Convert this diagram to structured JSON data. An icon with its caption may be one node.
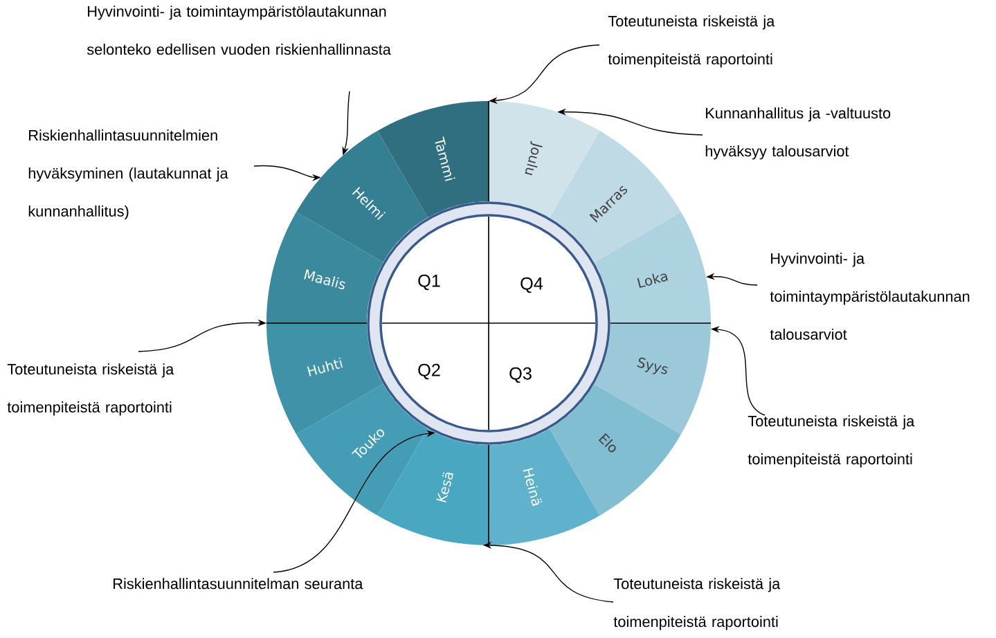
{
  "diagram": {
    "nodes": [
      {
        "text": [
          "Hyvinvointi- ja toimintaympäristölautakunnan selonteko edellisen vuoden riskienhallinnasta"
        ]
      },
      {
        "text": [
          "Toteutuneista riskeistä ja toimenpiteistä raportointi"
        ]
      },
      {
        "text": [
          "Kunnanhallitus ja -valtuusto hyväksyy talousarviot"
        ]
      },
      {
        "text": [
          "Riskienhallintasuunnitelmien hyväksyminen (lautakunnat ja kunnanhallitus)"
        ]
      },
      {
        "text": [
          "Hyvinvointi- ja toimintaympäristölautakunnan talousarviot"
        ]
      },
      {
        "text": [
          "Toteutuneista riskeistä ja toimenpiteistä raportointi"
        ]
      },
      {
        "text": [
          "Toteutuneista riskeistä ja toimenpiteistä raportointi"
        ]
      },
      {
        "text": [
          "Riskienhallintasuunnitelman seuranta"
        ]
      },
      {
        "text": [
          "Toteutuneista riskeistä ja toimenpiteistä raportointi"
        ]
      },
      {
        "text": [
          "Tammi"
        ]
      },
      {
        "text": [
          "Helmi"
        ]
      },
      {
        "text": [
          "Maalis"
        ]
      },
      {
        "text": [
          "Huhti"
        ]
      },
      {
        "text": [
          "Touko"
        ]
      },
      {
        "text": [
          "Kesä"
        ]
      },
      {
        "text": [
          "Heinä"
        ]
      },
      {
        "text": [
          "Elo"
        ]
      },
      {
        "text": [
          "Syys"
        ]
      },
      {
        "text": [
          "Loka"
        ]
      },
      {
        "text": [
          "Marras"
        ]
      },
      {
        "text": [
          "Joulu"
        ]
      }
    ],
    "edges": [
      {
        "from": 0,
        "to": 10,
        "arrow": "to"
      },
      {
        "from": 1,
        "to": 20,
        "arrow": "to"
      },
      {
        "from": 2,
        "to": 20,
        "arrow": "to"
      },
      {
        "from": 3,
        "to": 10,
        "arrow": "to"
      },
      {
        "from": 4,
        "to": 18,
        "arrow": "to"
      },
      {
        "from": 5,
        "to": 11,
        "arrow": "to"
      },
      {
        "from": 6,
        "to": 17,
        "arrow": "to"
      },
      {
        "from": 7,
        "to": 14,
        "arrow": "to"
      },
      {
        "from": 8,
        "to": 14,
        "arrow": "to"
      }
    ],
    "labels": [
      "Q1",
      "Q4",
      "Q2",
      "Q3"
    ]
  }
}
